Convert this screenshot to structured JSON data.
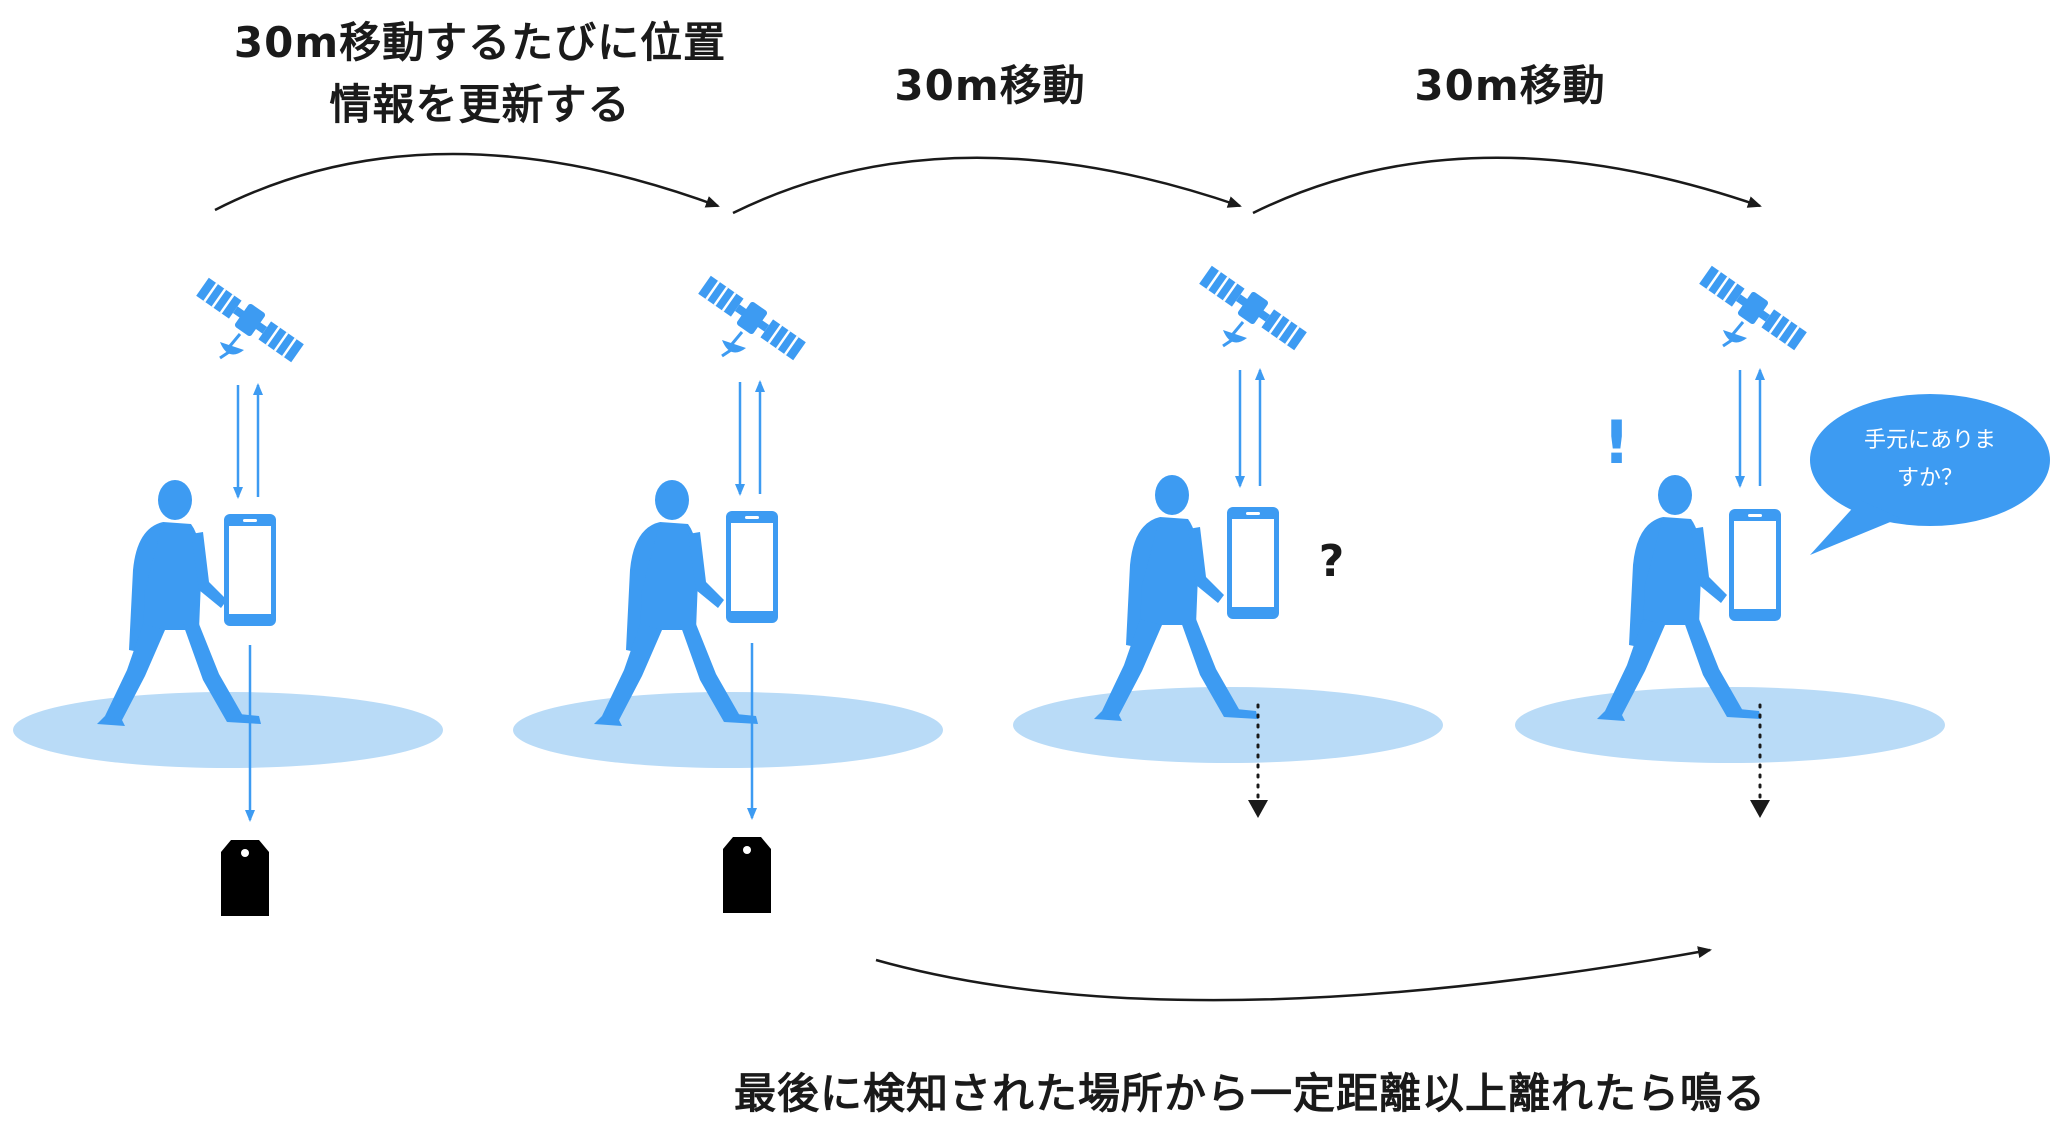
{
  "labels": {
    "step1_line1": "30m移動するたびに位置",
    "step1_line2": "情報を更新する",
    "step2": "30m移動",
    "step3": "30m移動",
    "bottom": "最後に検知された場所から一定距離以上離れたら鳴る",
    "question_mark": "?",
    "exclamation_mark": "!",
    "speech_line1": "手元にありま",
    "speech_line2": "すか？"
  },
  "colors": {
    "figure": "#3d9bf2",
    "ellipse": "#b9dbf7",
    "arrow": "#1a1a1a",
    "tag": "#000000"
  },
  "icons": [
    "satellite-icon",
    "person-walking-icon",
    "smartphone-icon",
    "tag-icon",
    "speech-bubble-icon"
  ]
}
